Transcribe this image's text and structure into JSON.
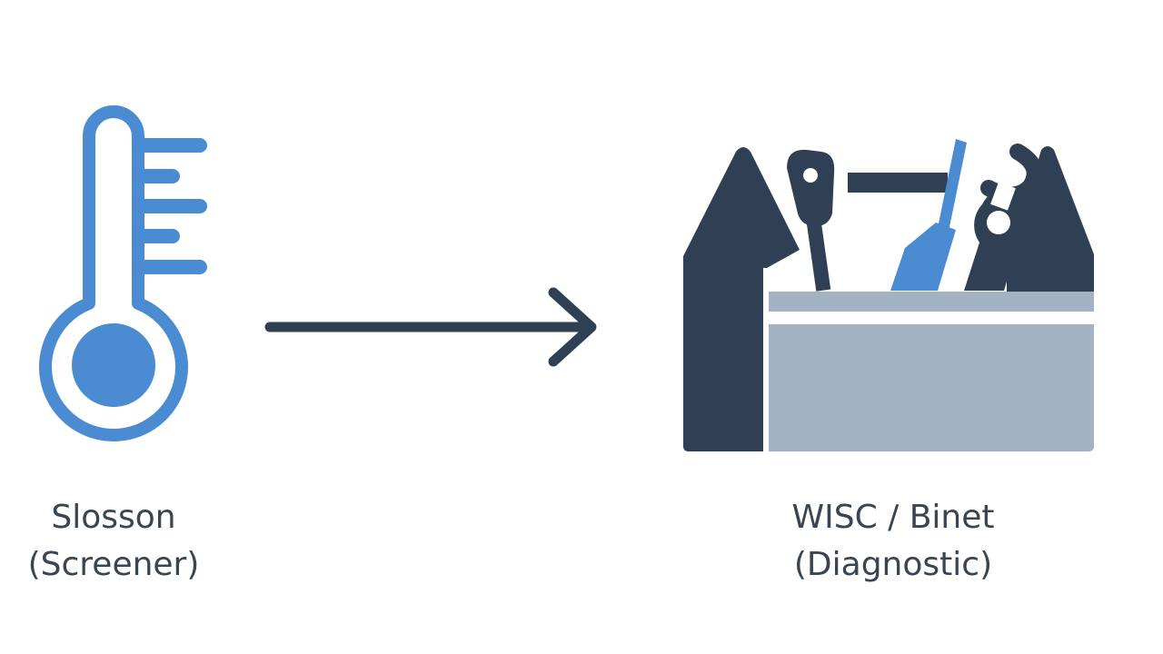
{
  "nodes": [
    {
      "id": "screener",
      "icon": "thermometer-icon",
      "name": "Slosson",
      "role": "(Screener)"
    },
    {
      "id": "diagnostic",
      "icon": "toolbox-icon",
      "name": "WISC / Binet",
      "role": "(Diagnostic)"
    }
  ],
  "connector": {
    "icon": "arrow-right-icon",
    "from": "screener",
    "to": "diagnostic"
  },
  "colors": {
    "blue": "#4a8bd1",
    "navy": "#2f4054",
    "gray_blue": "#a4b3c3",
    "text": "#3a4552"
  }
}
